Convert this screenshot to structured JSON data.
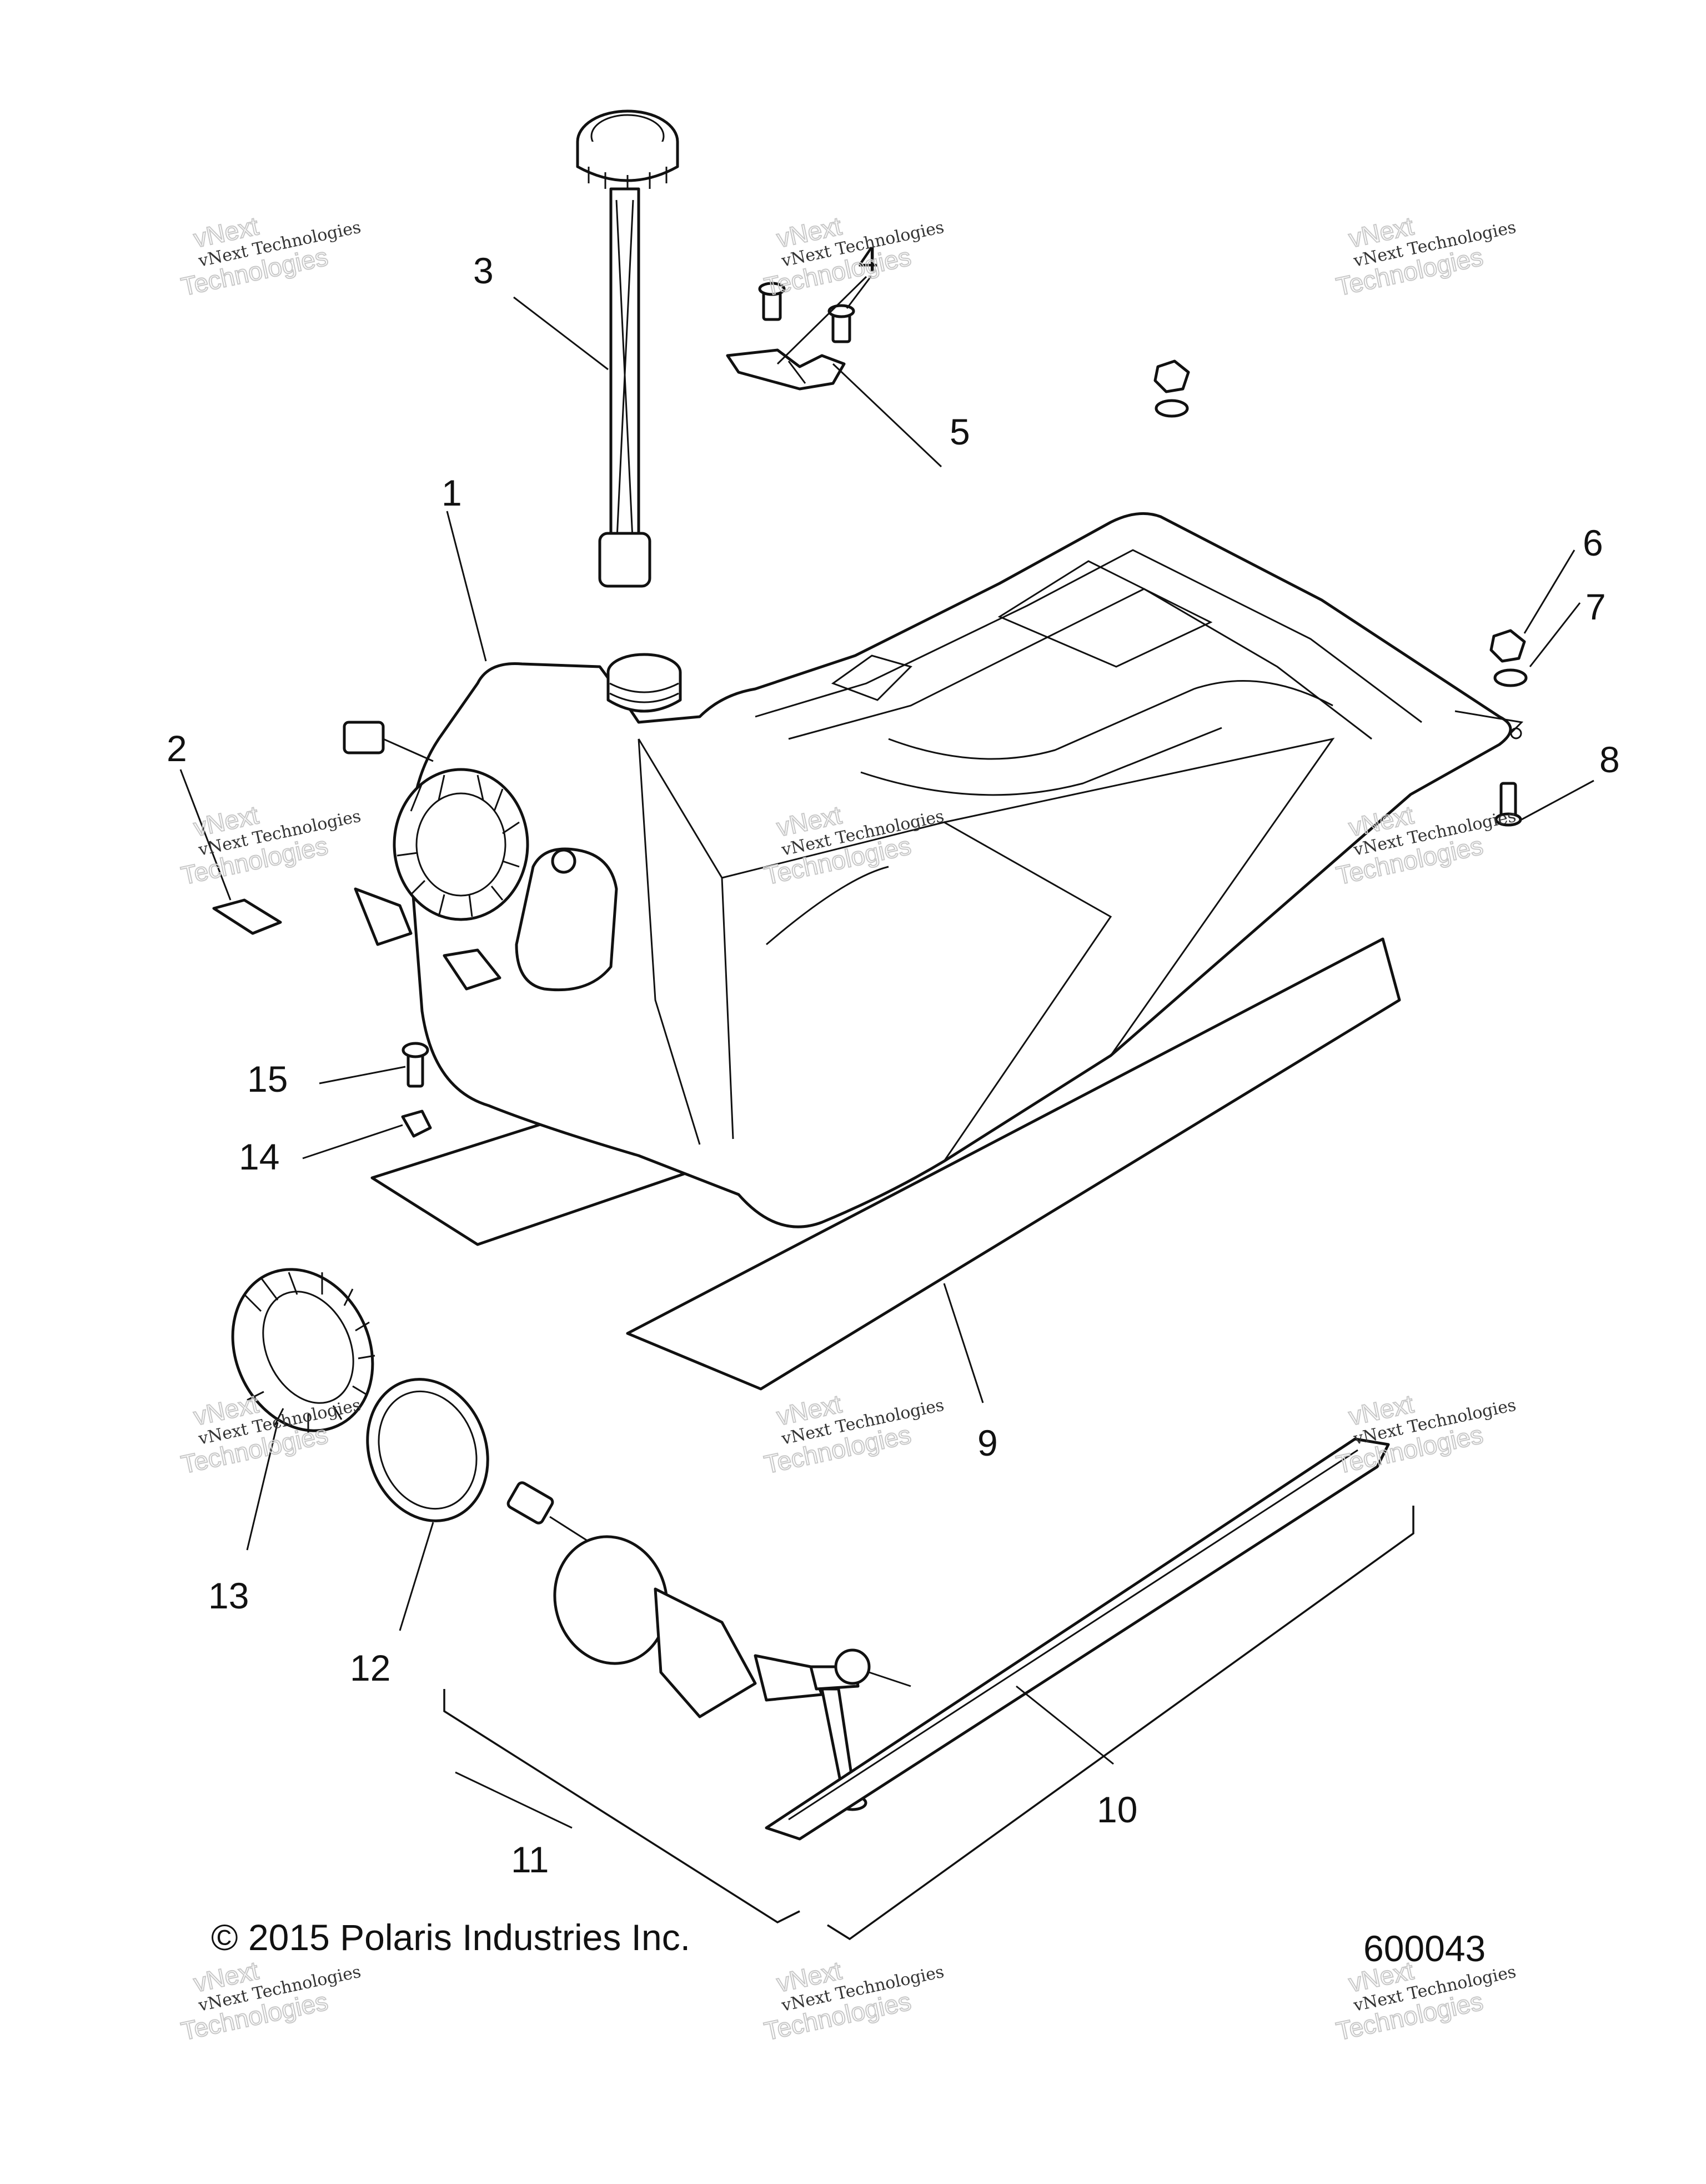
{
  "callouts": [
    {
      "id": "1",
      "label": "1"
    },
    {
      "id": "2",
      "label": "2"
    },
    {
      "id": "3",
      "label": "3"
    },
    {
      "id": "4",
      "label": "4"
    },
    {
      "id": "5",
      "label": "5"
    },
    {
      "id": "6",
      "label": "6"
    },
    {
      "id": "7",
      "label": "7"
    },
    {
      "id": "8",
      "label": "8"
    },
    {
      "id": "9",
      "label": "9"
    },
    {
      "id": "10",
      "label": "10"
    },
    {
      "id": "11",
      "label": "11"
    },
    {
      "id": "12",
      "label": "12"
    },
    {
      "id": "13",
      "label": "13"
    },
    {
      "id": "14",
      "label": "14"
    },
    {
      "id": "15",
      "label": "15"
    }
  ],
  "copyright": "© 2015 Polaris Industries Inc.",
  "diagram_number": "600043",
  "watermark": {
    "line1": "vNext",
    "line2": "vNext Technologies",
    "line3": "Technologies"
  }
}
